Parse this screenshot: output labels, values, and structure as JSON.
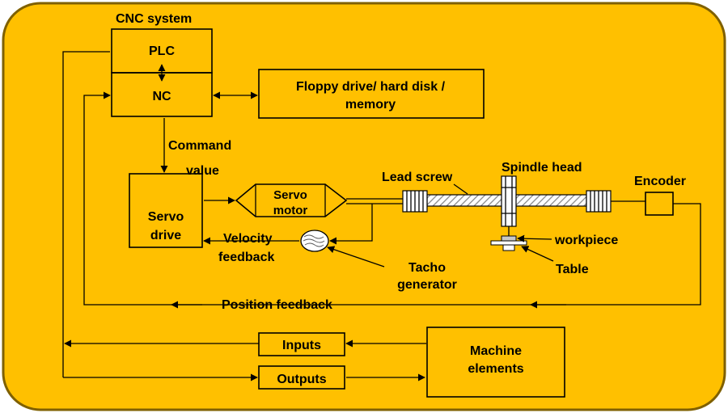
{
  "colors": {
    "background": "#FFC000",
    "frame": "#7f6000",
    "line": "#000000"
  },
  "labels": {
    "cnc_system": "CNC system",
    "plc": "PLC",
    "nc": "NC",
    "storage_line1": "Floppy drive/ hard disk /",
    "storage_line2": "memory",
    "command_line1": "Command",
    "command_line2": "value",
    "servo_drive_line1": "Servo",
    "servo_drive_line2": "drive",
    "servo_motor_line1": "Servo",
    "servo_motor_line2": "motor",
    "velocity_line1": "Velocity",
    "velocity_line2": "feedback",
    "tacho_line1": "Tacho",
    "tacho_line2": "generator",
    "lead_screw": "Lead screw",
    "spindle_head": "Spindle head",
    "encoder": "Encoder",
    "workpiece": "workpiece",
    "table": "Table",
    "position_feedback": "Position feedback",
    "inputs": "Inputs",
    "outputs": "Outputs",
    "machine_line1": "Machine",
    "machine_line2": "elements"
  }
}
